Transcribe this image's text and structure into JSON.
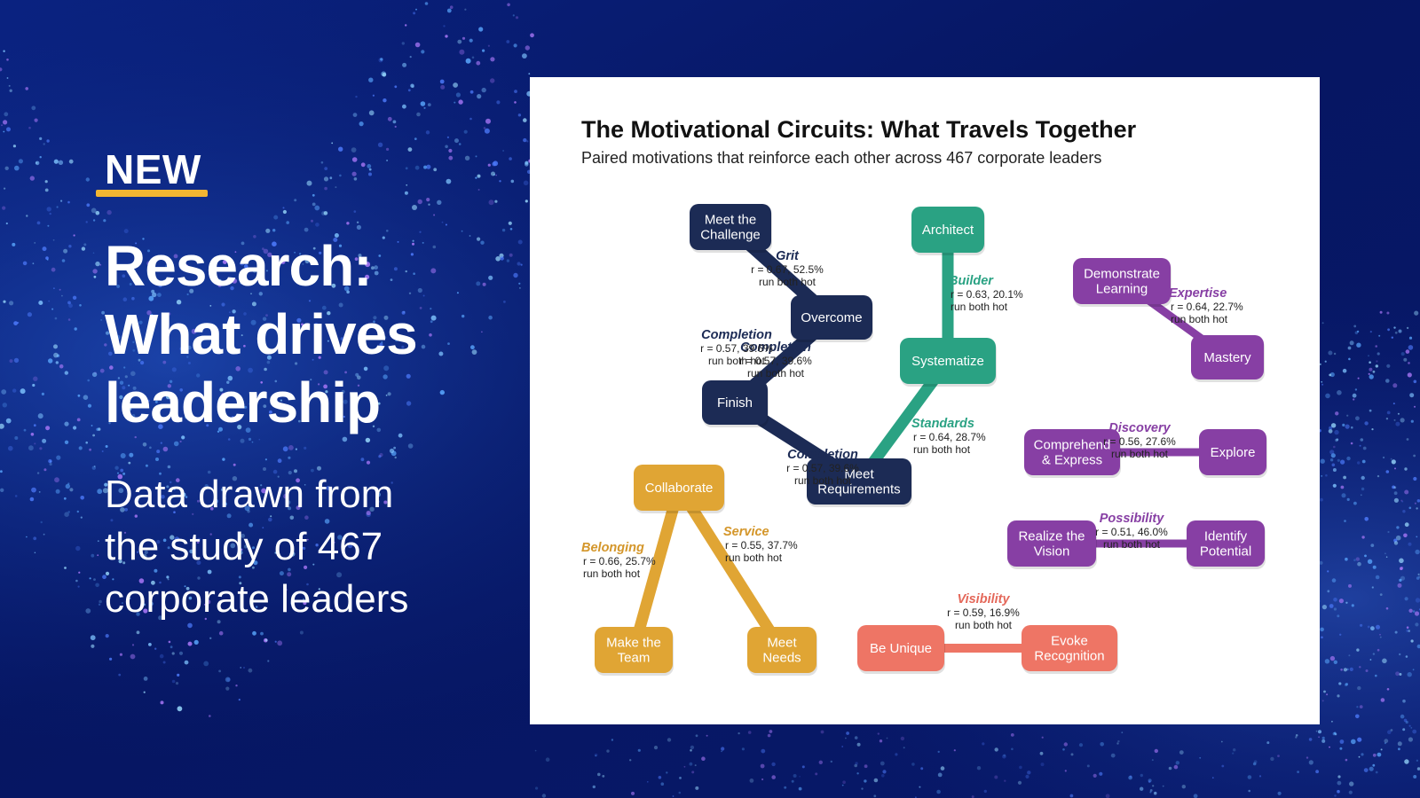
{
  "badge": "NEW",
  "headline": [
    "Research:",
    "What drives",
    "leadership"
  ],
  "subline": [
    "Data drawn from",
    "the study of 467",
    "corporate leaders"
  ],
  "diagram": {
    "title": "The Motivational Circuits: What Travels Together",
    "subtitle": "Paired motivations that reinforce each other across 467 corporate leaders",
    "colors": {
      "navy": "#1c2b55",
      "teal": "#2aa283",
      "purple": "#873fa4",
      "gold": "#e0a534",
      "coral": "#ee7565",
      "gold_text": "#d4962a",
      "coral_text": "#e4685a"
    },
    "nodes": [
      {
        "id": "meet-the-challenge",
        "label": [
          "Meet the",
          "Challenge"
        ],
        "color": "navy"
      },
      {
        "id": "overcome",
        "label": [
          "Overcome"
        ],
        "color": "navy"
      },
      {
        "id": "finish",
        "label": [
          "Finish"
        ],
        "color": "navy"
      },
      {
        "id": "meet-requirements",
        "label": [
          "Meet",
          "Requirements"
        ],
        "color": "navy"
      },
      {
        "id": "architect",
        "label": [
          "Architect"
        ],
        "color": "teal"
      },
      {
        "id": "systematize",
        "label": [
          "Systematize"
        ],
        "color": "teal"
      },
      {
        "id": "demonstrate-learning",
        "label": [
          "Demonstrate",
          "Learning"
        ],
        "color": "purple"
      },
      {
        "id": "mastery",
        "label": [
          "Mastery"
        ],
        "color": "purple"
      },
      {
        "id": "comprehend-express",
        "label": [
          "Comprehend",
          "& Express"
        ],
        "color": "purple"
      },
      {
        "id": "explore",
        "label": [
          "Explore"
        ],
        "color": "purple"
      },
      {
        "id": "realize-the-vision",
        "label": [
          "Realize the",
          "Vision"
        ],
        "color": "purple"
      },
      {
        "id": "identify-potential",
        "label": [
          "Identify",
          "Potential"
        ],
        "color": "purple"
      },
      {
        "id": "collaborate",
        "label": [
          "Collaborate"
        ],
        "color": "gold"
      },
      {
        "id": "make-the-team",
        "label": [
          "Make the",
          "Team"
        ],
        "color": "gold"
      },
      {
        "id": "meet-needs",
        "label": [
          "Meet",
          "Needs"
        ],
        "color": "gold"
      },
      {
        "id": "be-unique",
        "label": [
          "Be Unique"
        ],
        "color": "coral"
      },
      {
        "id": "evoke-recognition",
        "label": [
          "Evoke",
          "Recognition"
        ],
        "color": "coral"
      }
    ],
    "edges": [
      {
        "from": "meet-the-challenge",
        "to": "overcome",
        "color": "navy",
        "name": "Grit",
        "stat": "r = 0.67, 52.5%",
        "note": "run both hot"
      },
      {
        "from": "overcome",
        "to": "finish",
        "color": "navy",
        "name": "Completion",
        "stat": "r = 0.57, 39.6%",
        "note": "run both hot"
      },
      {
        "from": "finish",
        "to": "meet-requirements",
        "color": "navy",
        "name": "Completion",
        "stat": "r = 0.57, 39.6%",
        "note": "run both hot"
      },
      {
        "from": "architect",
        "to": "systematize",
        "color": "teal",
        "name": "Builder",
        "stat": "r = 0.63, 20.1%",
        "note": "run both hot"
      },
      {
        "from": "systematize",
        "to": "meet-requirements",
        "color": "teal",
        "name": "Standards",
        "stat": "r = 0.64, 28.7%",
        "note": "run both hot"
      },
      {
        "from": "demonstrate-learning",
        "to": "mastery",
        "color": "purple",
        "name": "Expertise",
        "stat": "r = 0.64, 22.7%",
        "note": "run both hot"
      },
      {
        "from": "comprehend-express",
        "to": "explore",
        "color": "purple",
        "name": "Discovery",
        "stat": "r = 0.56, 27.6%",
        "note": "run both hot"
      },
      {
        "from": "realize-the-vision",
        "to": "identify-potential",
        "color": "purple",
        "name": "Possibility",
        "stat": "r = 0.51, 46.0%",
        "note": "run both hot"
      },
      {
        "from": "collaborate",
        "to": "make-the-team",
        "color": "gold",
        "name": "Belonging",
        "stat": "r = 0.66, 25.7%",
        "note": "run both hot"
      },
      {
        "from": "collaborate",
        "to": "meet-needs",
        "color": "gold",
        "name": "Service",
        "stat": "r = 0.55, 37.7%",
        "note": "run both hot"
      },
      {
        "from": "be-unique",
        "to": "evoke-recognition",
        "color": "coral",
        "name": "Visibility",
        "stat": "r = 0.59, 16.9%",
        "note": "run both hot"
      }
    ],
    "extra_labels": [
      {
        "name": "Completion",
        "stat": "r = 0.57, 39.6%",
        "note": "run both hot",
        "color": "navy"
      }
    ]
  }
}
